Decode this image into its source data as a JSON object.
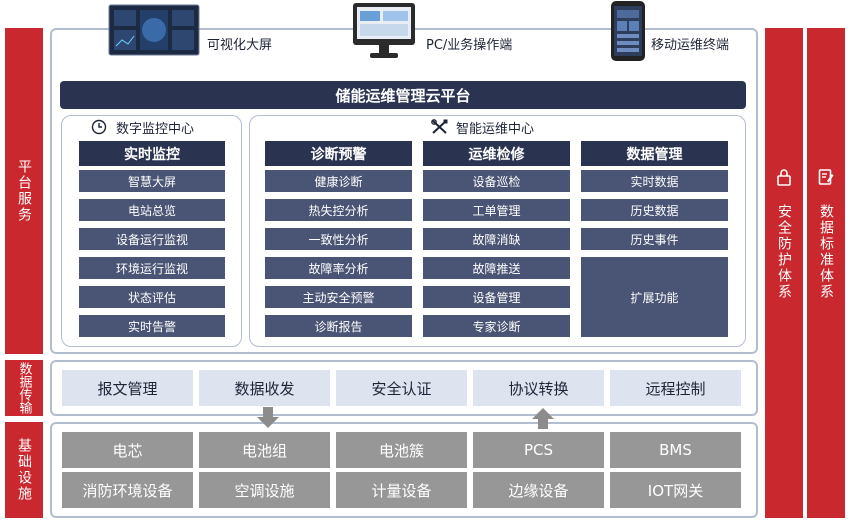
{
  "terminals": [
    {
      "label": "可视化大屏",
      "icon": "large-screen-icon"
    },
    {
      "label": "PC/业务操作端",
      "icon": "pc-monitor-icon"
    },
    {
      "label": "移动运维终端",
      "icon": "mobile-phone-icon"
    }
  ],
  "platform_title": "储能运维管理云平台",
  "side_labels": {
    "platform": "平台服务",
    "transport": "数据传输",
    "infra": "基础设施"
  },
  "right_bars": [
    {
      "label": "安全防护体系",
      "icon": "lock-icon"
    },
    {
      "label": "数据标准体系",
      "icon": "edit-document-icon"
    }
  ],
  "monitor_center": {
    "title": "数字监控中心",
    "icon": "clock-icon",
    "header": "实时监控",
    "items": [
      "智慧大屏",
      "电站总览",
      "设备运行监视",
      "环境运行监视",
      "状态评估",
      "实时告警"
    ]
  },
  "ops_center": {
    "title": "智能运维中心",
    "icon": "tools-icon",
    "columns": [
      {
        "header": "诊断预警",
        "items": [
          "健康诊断",
          "热失控分析",
          "一致性分析",
          "故障率分析",
          "主动安全预警",
          "诊断报告"
        ]
      },
      {
        "header": "运维检修",
        "items": [
          "设备巡检",
          "工单管理",
          "故障消缺",
          "故障推送",
          "设备管理",
          "专家诊断"
        ]
      },
      {
        "header": "数据管理",
        "items": [
          "实时数据",
          "历史数据",
          "历史事件"
        ],
        "tall_item": "扩展功能"
      }
    ]
  },
  "transport_items": [
    "报文管理",
    "数据收发",
    "安全认证",
    "协议转换",
    "远程控制"
  ],
  "infra_items": [
    "电芯",
    "电池组",
    "电池簇",
    "PCS",
    "BMS",
    "消防环境设备",
    "空调设施",
    "计量设备",
    "边缘设备",
    "IOT网关"
  ],
  "colors": {
    "red": "#c8282e",
    "navy": "#2a3350",
    "cell": "#4a5474",
    "light": "#dde3ef",
    "gray": "#979797"
  }
}
